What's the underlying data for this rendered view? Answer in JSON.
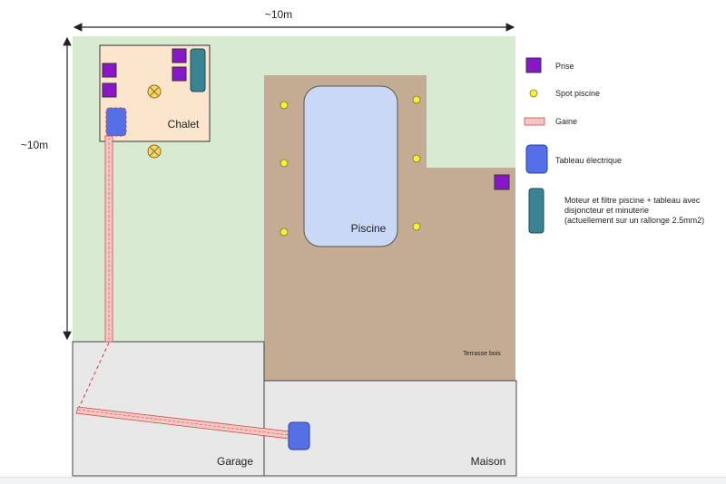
{
  "plan": {
    "width_label": "~10m",
    "height_label": "~10m",
    "chalet_label": "Chalet",
    "pool_label": "Piscine",
    "terrace_label": "Terrasse bois",
    "garage_label": "Garage",
    "house_label": "Maison"
  },
  "legend": {
    "outlet": "Prise",
    "pool_light": "Spot piscine",
    "conduit": "Gaine",
    "electrical_panel": "Tableau électrique",
    "pump_line1": "Moteur et filtre piscine + tableau avec",
    "pump_line2": "disjoncteur et minuterie",
    "pump_line3": "(actuellement sur un rallonge 2.5mm2)"
  },
  "colors": {
    "lawn": "#d9ead3",
    "chalet": "#fce5cd",
    "terrace": "#c4ab93",
    "pool": "#c9d8f5",
    "building": "#e8e8e8",
    "outlet": "#8a16c9",
    "pool_light": "#f2f23a",
    "conduit": "#f4c7c3",
    "electrical_panel": "#5570e6",
    "pump": "#3a8393"
  }
}
